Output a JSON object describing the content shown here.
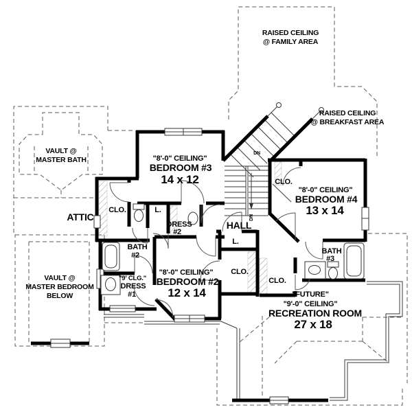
{
  "document": {
    "type": "second floor plan"
  },
  "colors": {
    "wall": "#000000",
    "line": "#3a3a3a",
    "dash": "#5a5a5a",
    "background": "#ffffff"
  },
  "ceiling_notes": {
    "family": {
      "line1": "RAISED CEILING",
      "line2": "@ FAMILY AREA"
    },
    "breakfast": {
      "line1": "RAISED CEILING",
      "line2": "@ BREAKFAST AREA"
    },
    "master_bath": {
      "line1": "VAULT @",
      "line2": "MASTER BATH"
    },
    "master_bedroom": {
      "line1": "VAULT @",
      "line2": "MASTER BEDROOM",
      "line3": "BELOW"
    }
  },
  "rooms": {
    "bedroom3": {
      "ceiling": "\"8'-0\" CEILING\"",
      "name": "BEDROOM #3",
      "size": "14 x 12"
    },
    "bedroom4": {
      "ceiling": "\"8'-0\" CEILING\"",
      "name": "BEDROOM #4",
      "size": "13 x 14"
    },
    "bedroom2": {
      "ceiling": "\"8'-0\" CEILING\"",
      "name": "BEDROOM #2",
      "size": "12 x 14"
    },
    "recreation": {
      "status": "\"FUTURE\"",
      "ceiling": "\"9'-0\" CEILING\"",
      "name": "RECREATION ROOM",
      "size": "27 x 18"
    },
    "hall": {
      "name": "HALL"
    },
    "attic": {
      "name": "ATTIC"
    },
    "bath2": {
      "name": "BATH",
      "number": "#2"
    },
    "bath3": {
      "name": "BATH",
      "number": "#3"
    },
    "dress1": {
      "ceiling": "\"9' CLG.\"",
      "name": "DRESS",
      "number": "#1"
    },
    "dress2": {
      "name": "DRESS",
      "number": "#2"
    }
  },
  "closets": {
    "bedroom3_closet": "CLO.",
    "bedroom4_closet": "CLO.",
    "bedroom2_closet": "CLO.",
    "recreation_closet": "CLO.",
    "linen_upper": "L.",
    "linen_lower": "L."
  },
  "stairs": {
    "back_stair_down": "DN",
    "main_stair_down": "DN"
  }
}
